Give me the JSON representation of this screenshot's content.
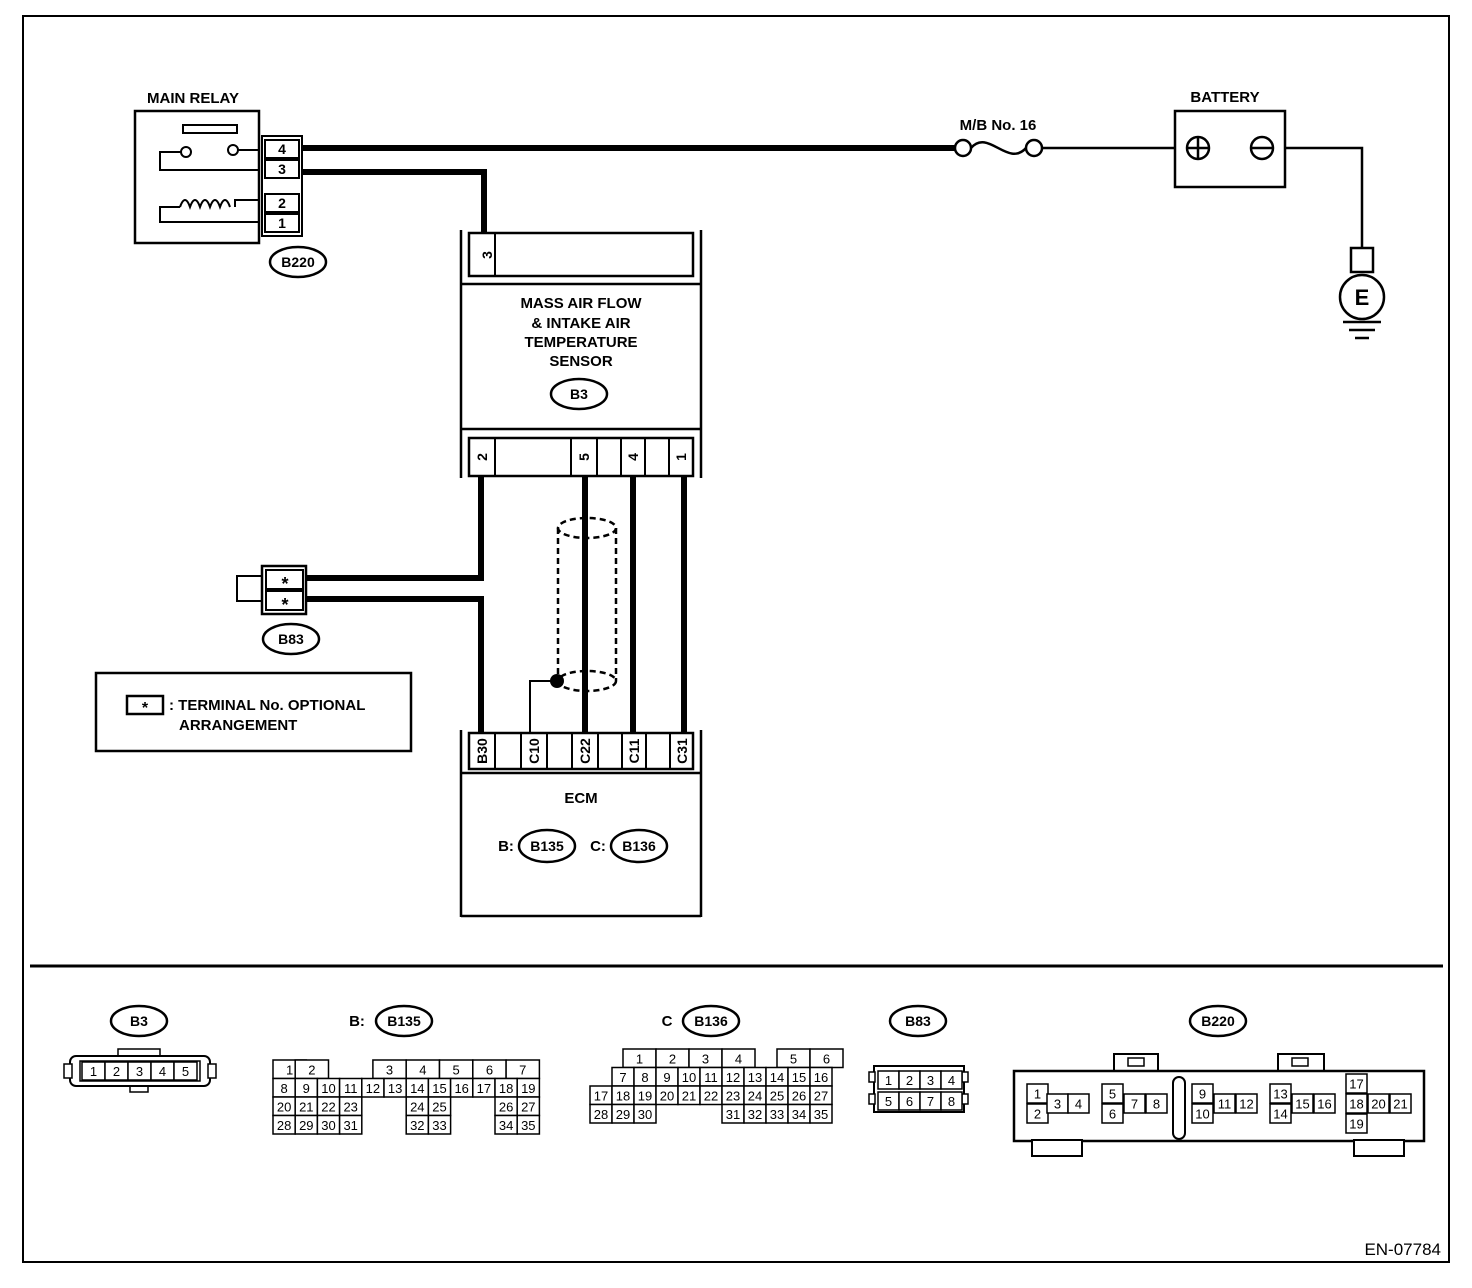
{
  "diagram_id": "EN-07784",
  "terminal_symbol": "*",
  "main_relay": {
    "title": "MAIN RELAY",
    "connector": "B220",
    "pins": [
      "4",
      "3",
      "2",
      "1"
    ]
  },
  "fuse": {
    "label": "M/B No. 16"
  },
  "battery": {
    "title": "BATTERY",
    "plus": "+",
    "minus": "−"
  },
  "ground": {
    "label": "E"
  },
  "sensor": {
    "title_lines": [
      "MASS AIR FLOW",
      "& INTAKE AIR",
      "TEMPERATURE",
      "SENSOR"
    ],
    "connector": "B3",
    "top_pin": "3",
    "bottom_pins": [
      "2",
      "5",
      "4",
      "1"
    ]
  },
  "b83": {
    "connector": "B83",
    "pins": [
      "*",
      "*"
    ]
  },
  "legend": {
    "symbol": "*",
    "line1": ": TERMINAL No. OPTIONAL",
    "line2": "ARRANGEMENT"
  },
  "ecm": {
    "title": "ECM",
    "pins": [
      "B30",
      "C10",
      "C22",
      "C11",
      "C31"
    ],
    "b_prefix": "B:",
    "b_connector": "B135",
    "c_prefix": "C:",
    "c_connector": "B136"
  },
  "connector_views": {
    "b3": {
      "label": "B3",
      "pins": [
        "1",
        "2",
        "3",
        "4",
        "5"
      ]
    },
    "b135": {
      "prefix": "B:",
      "label": "B135",
      "rows": [
        [
          "1",
          "2",
          "",
          "",
          "3",
          "4",
          "5",
          "6",
          "7"
        ],
        [
          "8",
          "9",
          "10",
          "11",
          "12",
          "13",
          "14",
          "15",
          "16",
          "17",
          "18",
          "19"
        ],
        [
          "20",
          "21",
          "22",
          "23",
          "24",
          "25",
          "26",
          "27"
        ],
        [
          "28",
          "29",
          "30",
          "31",
          "32",
          "33",
          "34",
          "35"
        ]
      ]
    },
    "b136": {
      "prefix": "C",
      "label": "B136",
      "rows": [
        [
          "1",
          "2",
          "3",
          "4",
          "5",
          "6"
        ],
        [
          "7",
          "8",
          "9",
          "10",
          "11",
          "12",
          "13",
          "14",
          "15",
          "16"
        ],
        [
          "17",
          "18",
          "19",
          "20",
          "21",
          "22",
          "23",
          "24",
          "25",
          "26",
          "27"
        ],
        [
          "28",
          "29",
          "30",
          "31",
          "32",
          "33",
          "34",
          "35"
        ]
      ]
    },
    "b83": {
      "label": "B83",
      "rows": [
        [
          "1",
          "2",
          "3",
          "4"
        ],
        [
          "5",
          "6",
          "7",
          "8"
        ]
      ]
    },
    "b220": {
      "label": "B220",
      "pins": [
        "1",
        "2",
        "3",
        "4",
        "5",
        "6",
        "7",
        "8",
        "9",
        "10",
        "11",
        "12",
        "13",
        "14",
        "15",
        "16",
        "17",
        "18",
        "19",
        "20",
        "21"
      ]
    }
  }
}
